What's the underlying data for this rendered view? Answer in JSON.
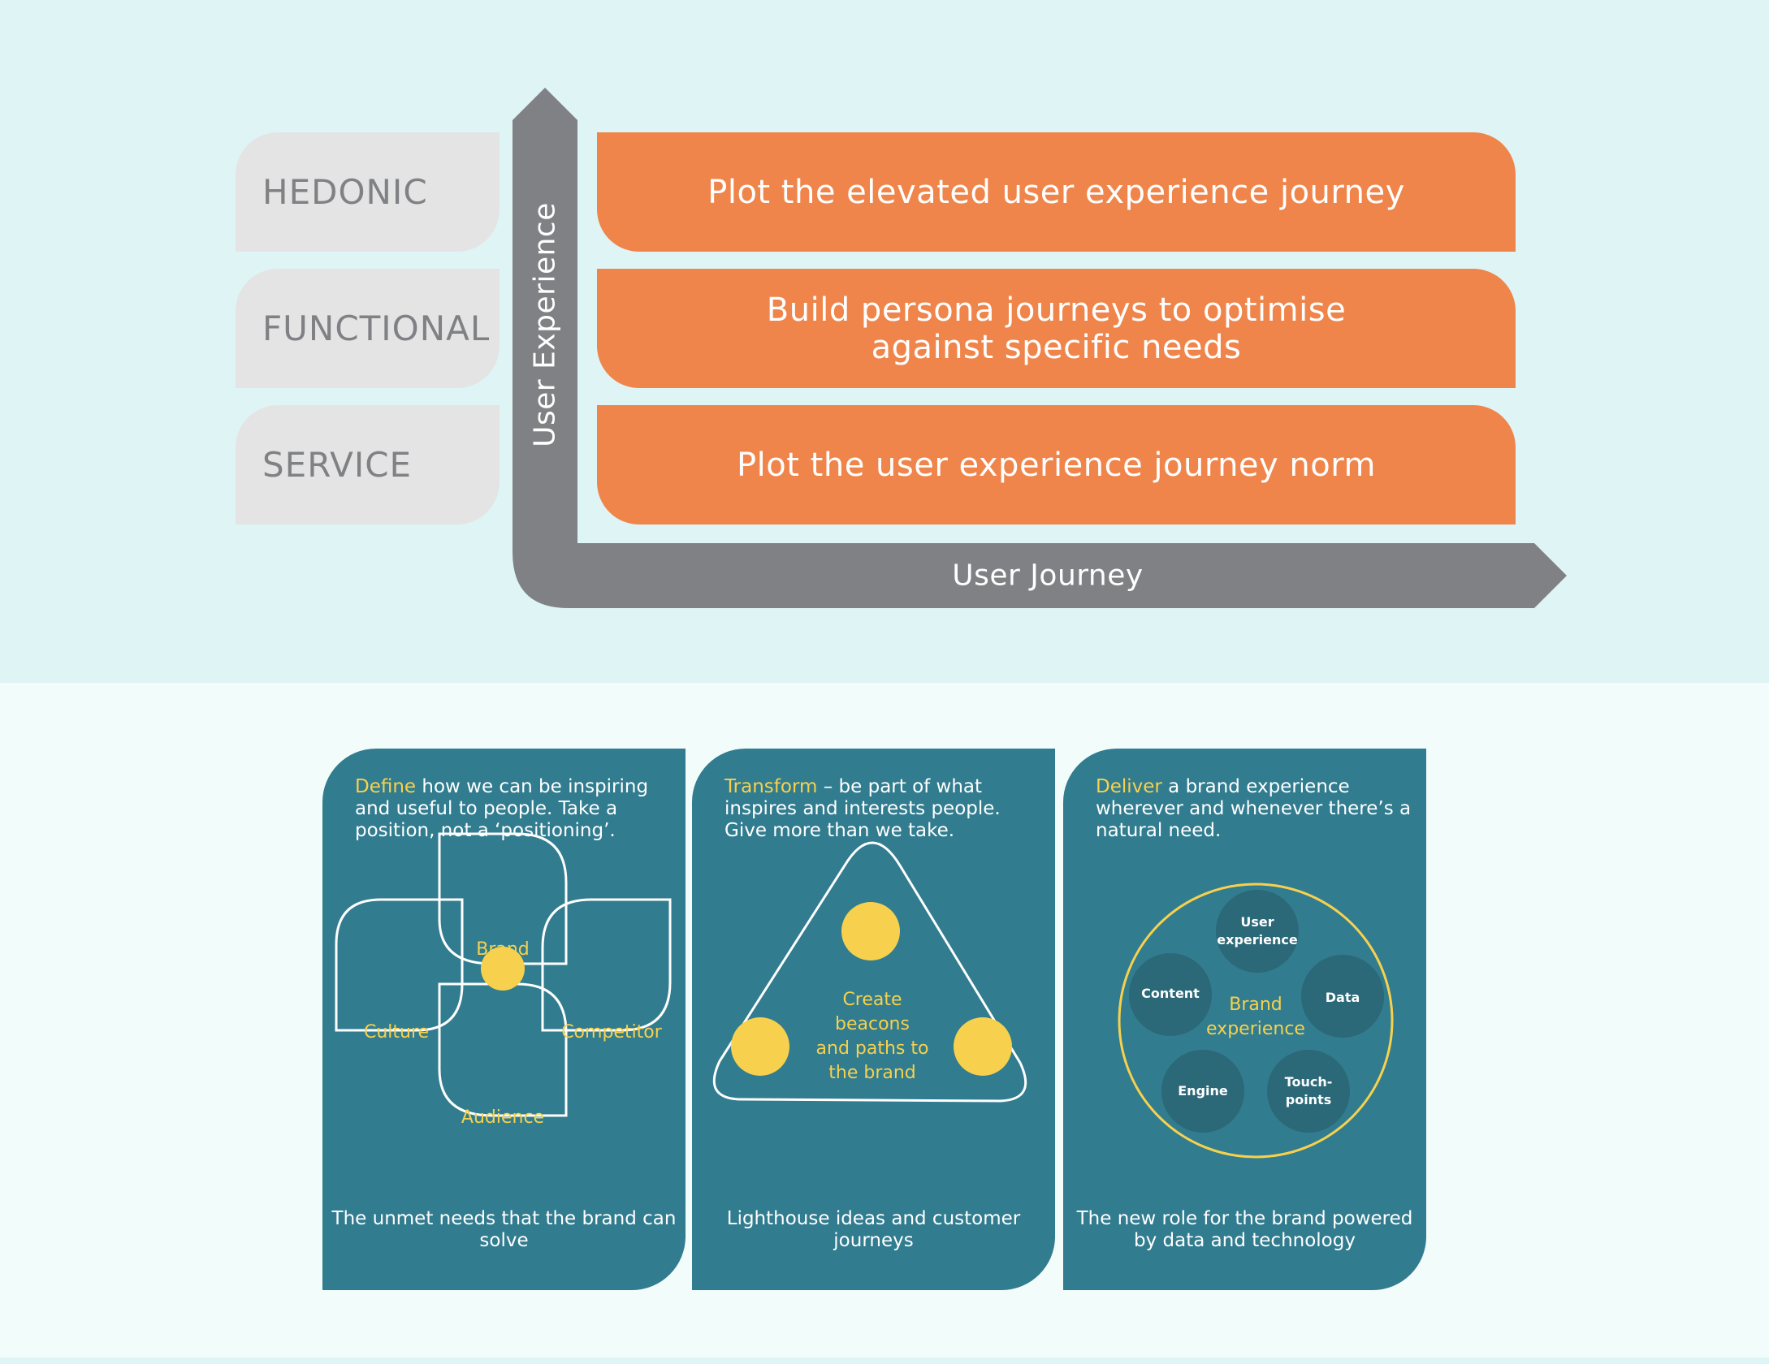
{
  "colors": {
    "top_bg": "#dff4f5",
    "bottom_bg": "#f2fcfb",
    "level_box": "#e4e4e4",
    "level_text": "#808184",
    "band": "#ef854a",
    "axis": "#808184",
    "card": "#317c8f",
    "card_inner_circle": "#2b6878",
    "highlight": "#f7d14e",
    "white": "#ffffff"
  },
  "matrix": {
    "y_axis_label": "User Experience",
    "x_axis_label": "User Journey",
    "rows": [
      {
        "level": "HEDONIC",
        "action": "Plot the elevated user experience journey"
      },
      {
        "level": "FUNCTIONAL",
        "action": "Build persona journeys to optimise against specific needs"
      },
      {
        "level": "SERVICE",
        "action": "Plot the user experience journey norm"
      }
    ]
  },
  "cards": [
    {
      "keyword": "Define",
      "intro": " how we can be inspiring and useful to people. Take a position, not a ‘positioning’.",
      "diagram": {
        "type": "four-petal",
        "labels": [
          "Brand",
          "Culture",
          "Competitor",
          "Audience"
        ]
      },
      "caption": "The unmet needs that the brand can solve"
    },
    {
      "keyword": "Transform",
      "intro": " – be part of what inspires and interests people. Give more than we take.",
      "diagram": {
        "type": "triangle",
        "center_label": "Create beacons and paths to the brand"
      },
      "caption": "Lighthouse ideas and customer journeys"
    },
    {
      "keyword": "Deliver",
      "intro": " a brand experience wherever and whenever there’s a natural need.",
      "diagram": {
        "type": "circle-cluster",
        "center_label": "Brand experience",
        "nodes": [
          "User experience",
          "Data",
          "Touch-points",
          "Engine",
          "Content"
        ]
      },
      "caption": "The new role for the brand powered by data and technology"
    }
  ]
}
